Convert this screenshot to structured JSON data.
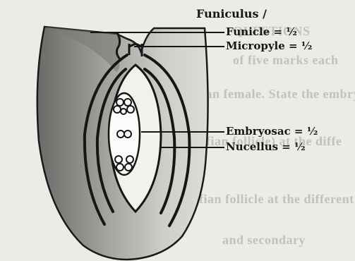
{
  "background_text": [
    "QUESTIONS",
    "of five marks each",
    "human female. State the embryo",
    "graafian follicle) at the diffe",
    "graafian follicle at the different",
    "and secondary"
  ],
  "labels": {
    "funiculus_header": "Funiculus /",
    "funicle": "Funicle = ½",
    "micropyle": "Micropyle  = ½",
    "embryosac": "Embryosac = ½",
    "nucellus": "Nucellus = ½"
  },
  "colors": {
    "paper": "#ecebe7",
    "ink": "#161616",
    "ghost_text": "#c2c1bc"
  }
}
